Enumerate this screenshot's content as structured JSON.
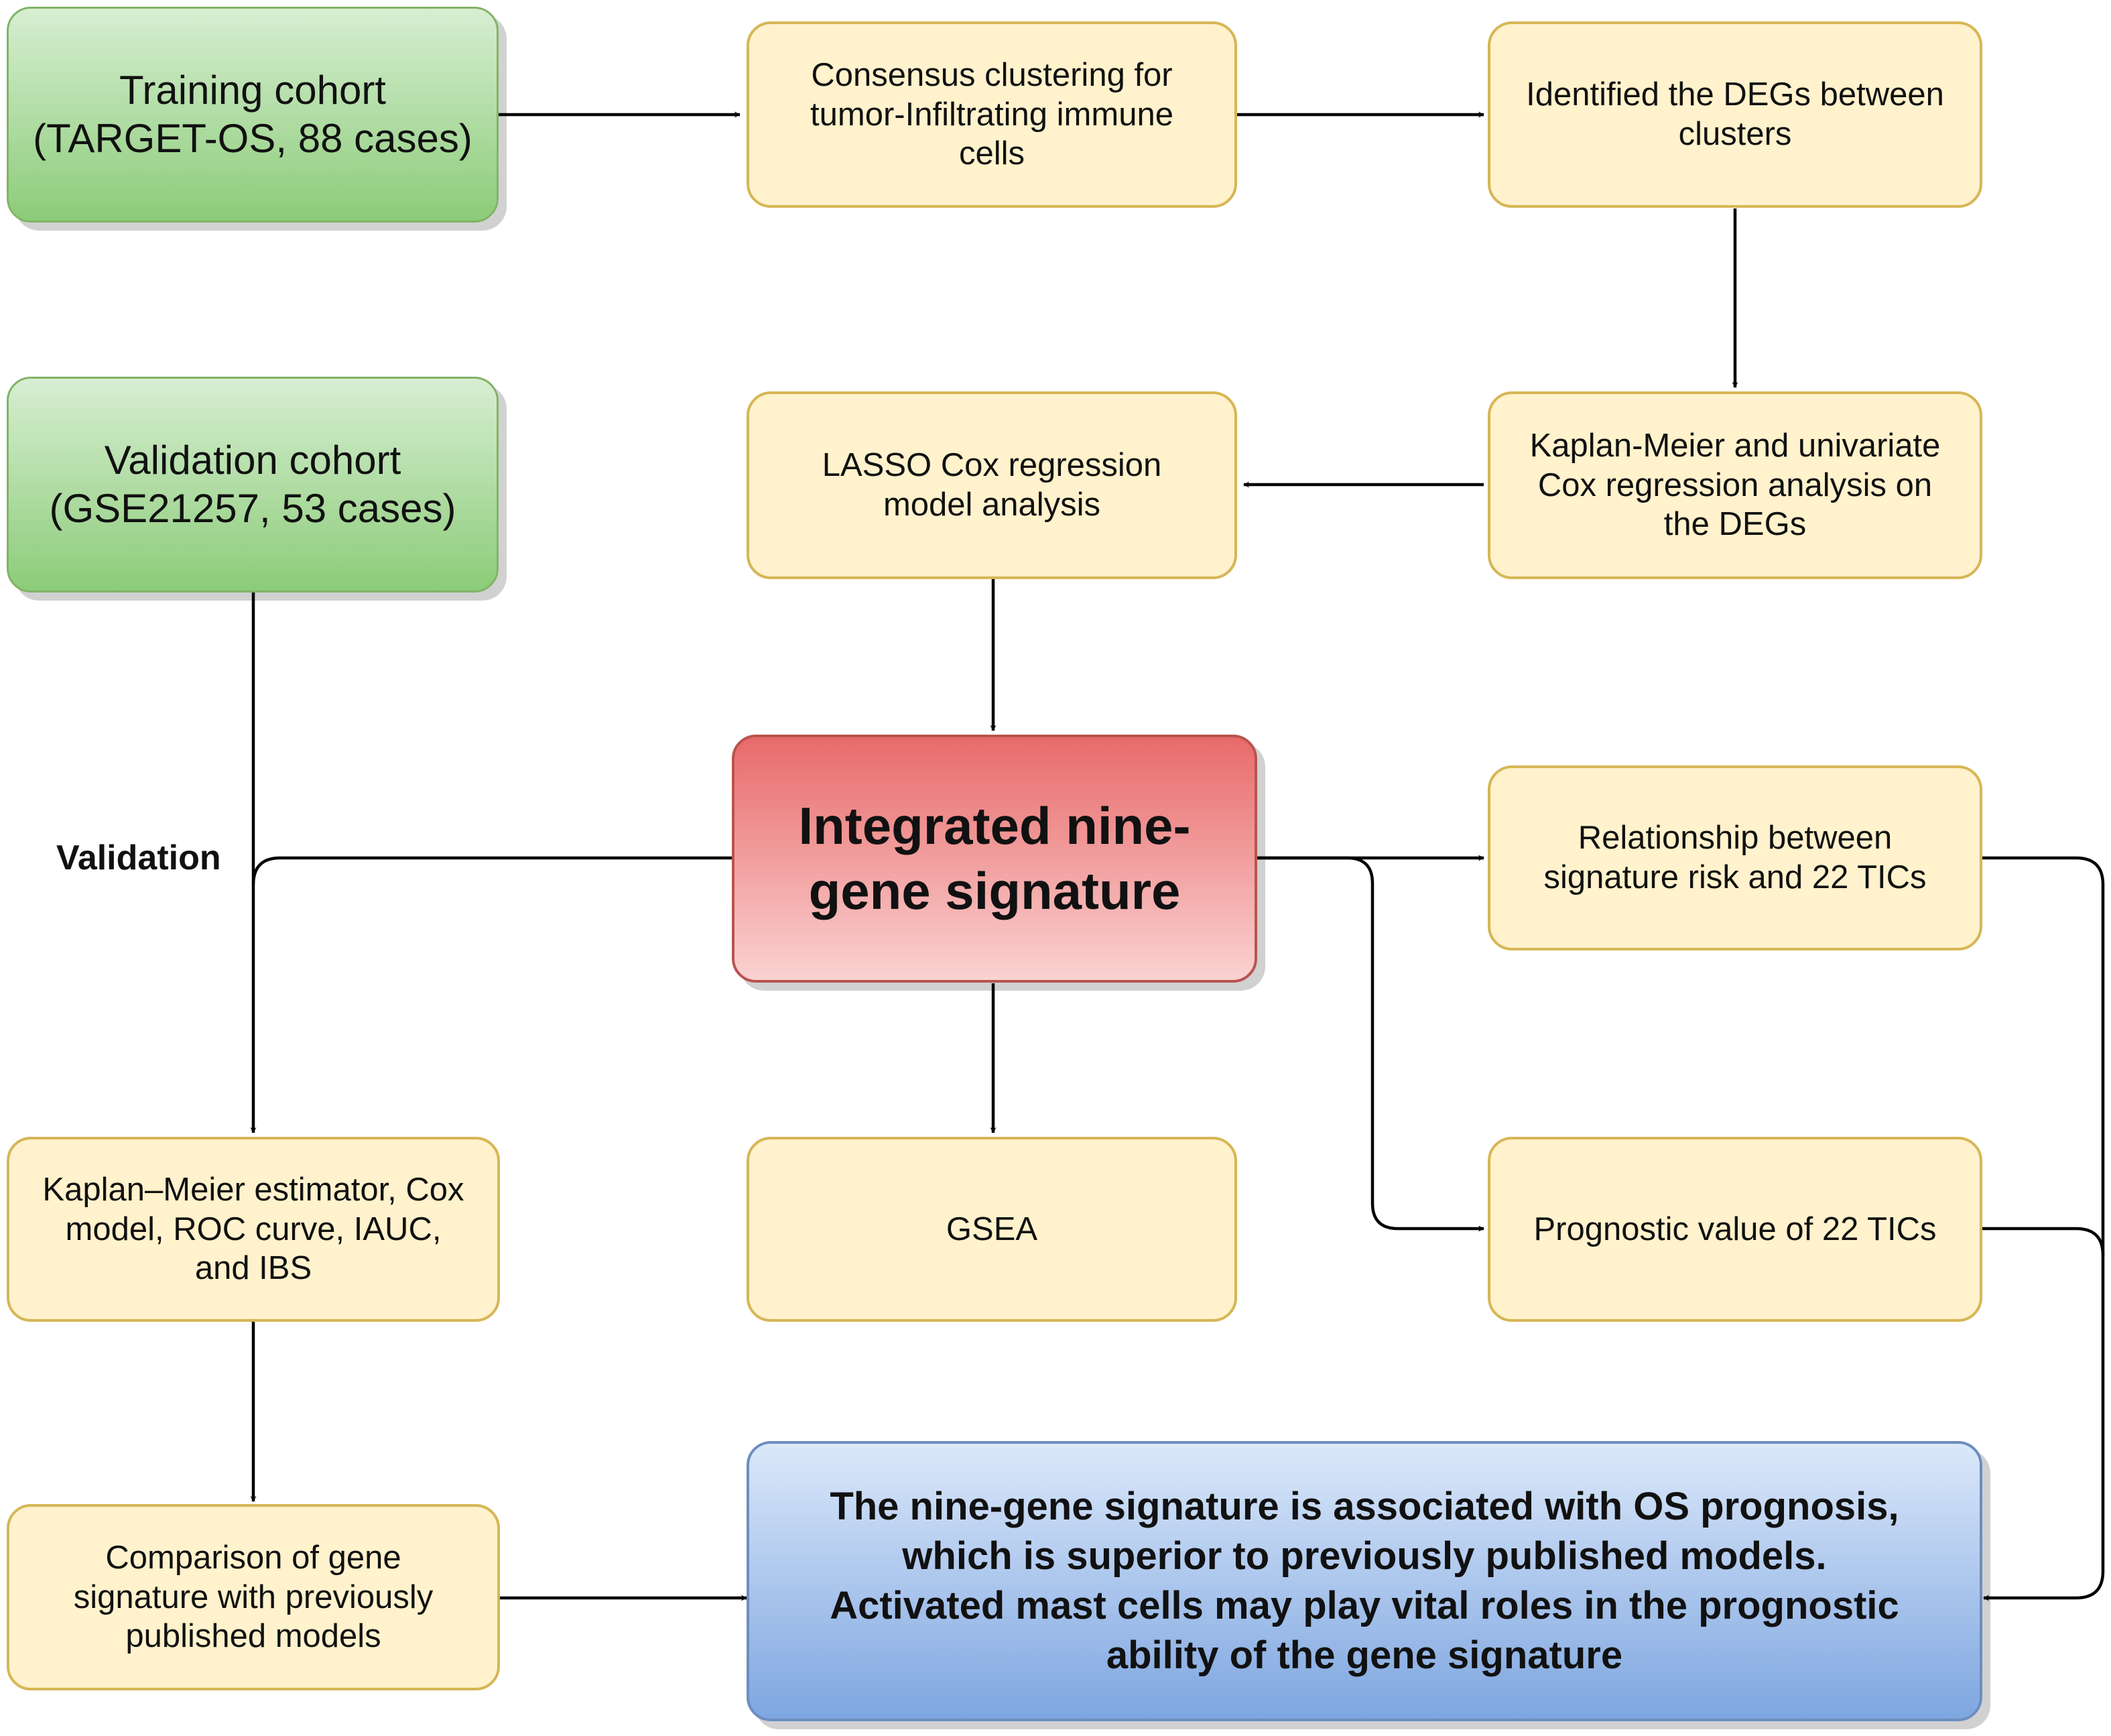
{
  "nodes": {
    "training_cohort": "Training cohort\n(TARGET-OS, 88 cases)",
    "consensus_clustering": "Consensus clustering for\ntumor-Infiltrating immune\ncells",
    "identified_degs": "Identified the DEGs between\nclusters",
    "validation_cohort": "Validation cohort\n(GSE21257, 53 cases)",
    "lasso_cox": "LASSO Cox regression\nmodel analysis",
    "km_univariate": "Kaplan-Meier and univariate\nCox regression analysis on\nthe DEGs",
    "signature": "Integrated nine-\ngene signature",
    "relationship_tics": "Relationship between\nsignature risk and 22 TICs",
    "km_estimator": "Kaplan–Meier estimator, Cox\nmodel, ROC curve, IAUC,\nand IBS",
    "gsea": "GSEA",
    "prognostic_tics": "Prognostic value of 22 TICs",
    "comparison": "Comparison of gene\nsignature with previously\npublished models",
    "conclusion": "The nine-gene signature is associated with OS prognosis,\nwhich is superior to previously published models.\nActivated mast cells may play vital roles in the prognostic\nability of the gene signature"
  },
  "edge_labels": {
    "validation": "Validation"
  },
  "colors": {
    "cohort_fill": "#8ccc79",
    "step_fill": "#fff2cc",
    "signature_fill": "#e86a6a",
    "conclusion_fill": "#7ea6e0",
    "arrow": "#000000"
  }
}
